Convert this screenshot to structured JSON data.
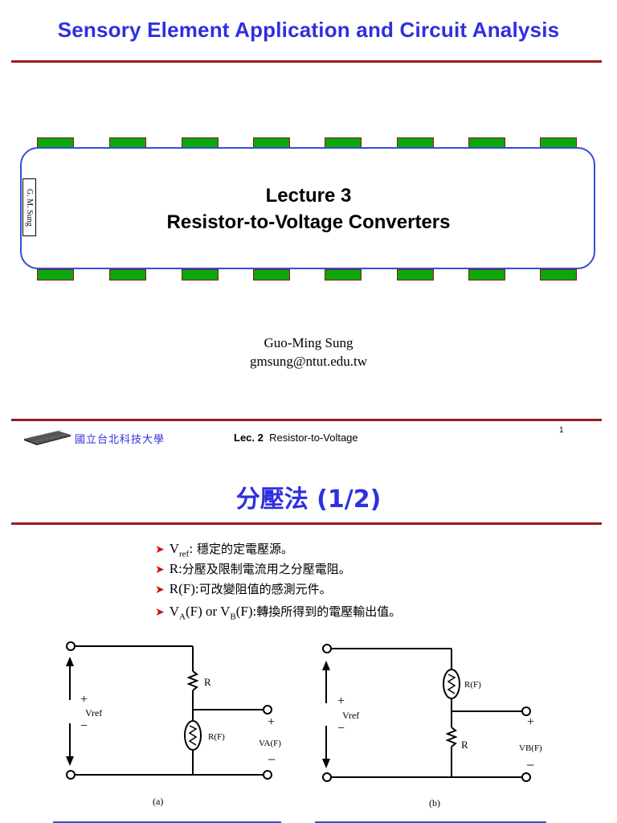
{
  "slide1": {
    "title": "Sensory Element Application and Circuit Analysis",
    "side_tag": "G. M. Sung",
    "lecture_number": "Lecture 3",
    "lecture_title": "Resistor-to-Voltage Converters",
    "author": "Guo-Ming Sung",
    "email": "gmsung@ntut.edu.tw"
  },
  "footer": {
    "school": "國立台北科技大學",
    "lec_prefix": "Lec. 2",
    "lec_title": "Resistor-to-Voltage",
    "page_number": "1"
  },
  "slide2": {
    "title": "分壓法 (1/2)",
    "bullets": {
      "b1": {
        "v": "V",
        "sub": "ref",
        "text": ": 穩定的定電壓源。"
      },
      "b2": {
        "text_en": "R:",
        "text": "分壓及限制電流用之分壓電阻。"
      },
      "b3": {
        "text_en": "R(F):",
        "text": "可改變阻值的感測元件。"
      },
      "b4": {
        "va": "V",
        "va_sub": "A",
        "mid": "(F) or ",
        "vb": "V",
        "vb_sub": "B",
        "end": "(F):",
        "text": "轉換所得到的電壓輸出值。"
      }
    },
    "circuit_a": {
      "r_label": "R",
      "rf_label": "R(F)",
      "plus": "+",
      "minus": "−",
      "vref": "Vref",
      "out_plus": "+",
      "out_minus": "−",
      "vout": "VA(F)",
      "caption": "(a)"
    },
    "circuit_b": {
      "rf_label": "R(F)",
      "r_label": "R",
      "plus": "+",
      "minus": "−",
      "vref": "Vref",
      "out_plus": "+",
      "out_minus": "−",
      "vout": "VB(F)",
      "caption": "(b)"
    }
  },
  "colors": {
    "title_blue": "#2f2fe0",
    "rule_red": "#9b1b1b",
    "pin_green": "#0aa80a",
    "chip_border": "#3050d0",
    "bullet_arrow": "#d01010"
  }
}
